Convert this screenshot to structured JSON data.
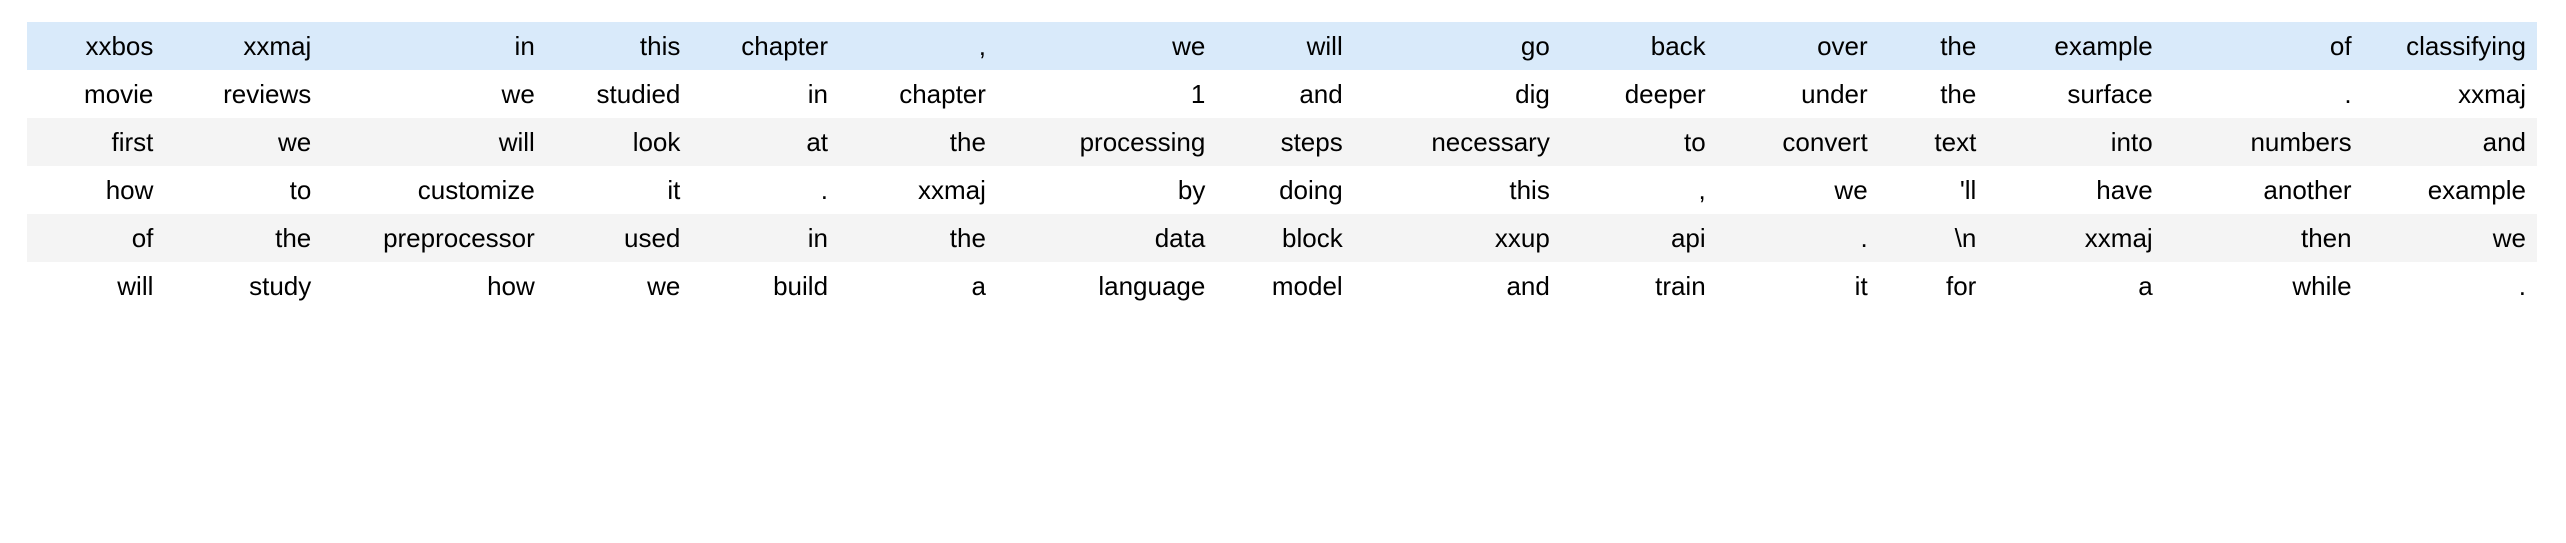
{
  "table": {
    "columns": 16,
    "row_count": 6,
    "alignment": "right",
    "colors": {
      "page_background": "#ffffff",
      "row_background": "#ffffff",
      "row_stripe_background": "#f4f4f4",
      "row_highlight_background": "#d9eafa",
      "text": "#000000"
    },
    "rows": [
      {
        "style": "highlight",
        "cells": [
          "xxbos",
          "xxmaj",
          "in",
          "this",
          "chapter",
          ",",
          "we",
          "will",
          "go",
          "back",
          "over",
          "the",
          "example",
          "of",
          "classifying"
        ]
      },
      {
        "style": "plain",
        "cells": [
          "movie",
          "reviews",
          "we",
          "studied",
          "in",
          "chapter",
          "1",
          "and",
          "dig",
          "deeper",
          "under",
          "the",
          "surface",
          ".",
          "xxmaj"
        ]
      },
      {
        "style": "stripe",
        "cells": [
          "first",
          "we",
          "will",
          "look",
          "at",
          "the",
          "processing",
          "steps",
          "necessary",
          "to",
          "convert",
          "text",
          "into",
          "numbers",
          "and"
        ]
      },
      {
        "style": "plain",
        "cells": [
          "how",
          "to",
          "customize",
          "it",
          ".",
          "xxmaj",
          "by",
          "doing",
          "this",
          ",",
          "we",
          "'ll",
          "have",
          "another",
          "example"
        ]
      },
      {
        "style": "stripe",
        "cells": [
          "of",
          "the",
          "preprocessor",
          "used",
          "in",
          "the",
          "data",
          "block",
          "xxup",
          "api",
          ".",
          "\\n",
          "xxmaj",
          "then",
          "we"
        ]
      },
      {
        "style": "plain",
        "cells": [
          "will",
          "study",
          "how",
          "we",
          "build",
          "a",
          "language",
          "model",
          "and",
          "train",
          "it",
          "for",
          "a",
          "while",
          "."
        ]
      }
    ]
  }
}
